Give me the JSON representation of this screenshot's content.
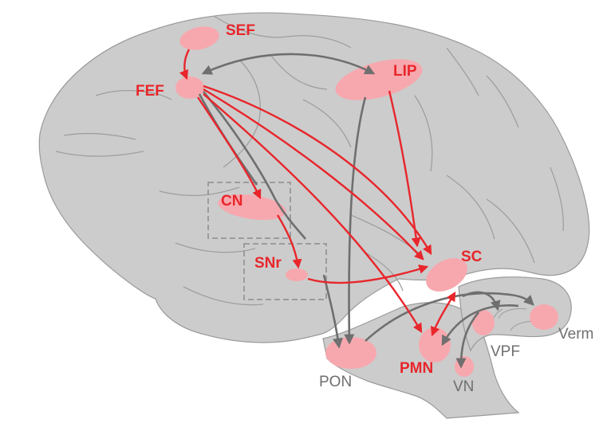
{
  "colors": {
    "brain_fill": "#cccccc",
    "brain_stroke": "#9a9a9a",
    "sulcus": "#9f9f9f",
    "region_fill": "#f7a8ae",
    "red_arrow": "#e8262b",
    "gray_arrow": "#6f6f6f",
    "dashed_box": "#8c8c8c"
  },
  "labels": {
    "sef": "SEF",
    "fef": "FEF",
    "lip": "LIP",
    "cn": "CN",
    "snr": "SNr",
    "sc": "SC",
    "pmn": "PMN",
    "pon": "PON",
    "vpf": "VPF",
    "verm": "Verm",
    "vn": "VN"
  }
}
